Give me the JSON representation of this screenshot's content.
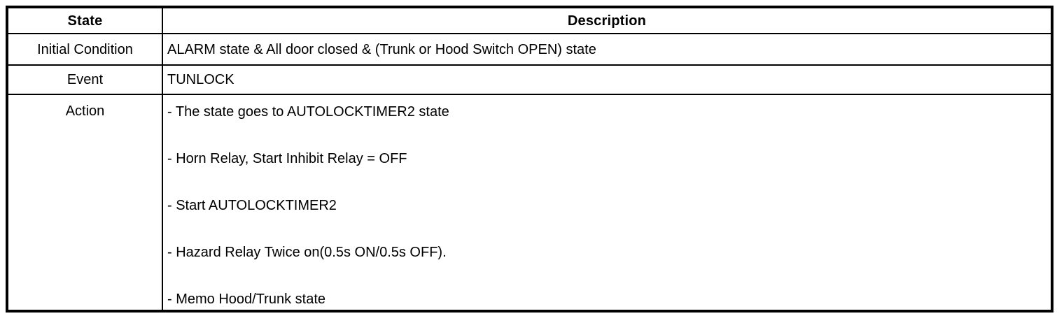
{
  "colors": {
    "border": "#000000",
    "text": "#000000",
    "background": "#ffffff"
  },
  "table": {
    "header": {
      "state": "State",
      "description": "Description"
    },
    "initial_condition": {
      "label": "Initial Condition",
      "description": "ALARM state & All door closed & (Trunk or Hood Switch OPEN) state"
    },
    "event": {
      "label": "Event",
      "description": "TUNLOCK"
    },
    "action": {
      "label": "Action",
      "items": [
        "- The state goes to AUTOLOCKTIMER2 state",
        "- Horn Relay, Start Inhibit Relay = OFF",
        "- Start AUTOLOCKTIMER2",
        "- Hazard Relay Twice on(0.5s ON/0.5s OFF).",
        "- Memo Hood/Trunk state"
      ]
    }
  }
}
